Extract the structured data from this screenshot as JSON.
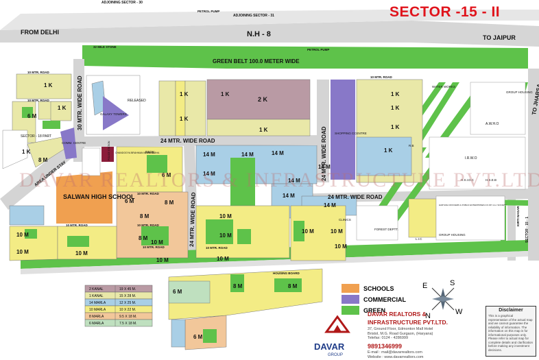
{
  "title": "SECTOR -15 - II",
  "top_labels": {
    "adjoining_left": "ADJOINING SECTOR - 30",
    "adjoining_right": "ADJOINING SECTOR - 31",
    "petrol_pump_top": "PETROL PUMP",
    "highway": "N.H - 8",
    "from_delhi": "FROM DELHI",
    "to_jaipur": "TO JAIPUR",
    "milestone": "32 MILE STONE",
    "petrol_pump": "PETROL PUMP",
    "green_belt": "GREEN BELT 100.0 METER WIDE"
  },
  "roads": {
    "r30_wide": "30 MTR. WIDE ROAD",
    "r24_top": "24 MTR. WIDE ROAD",
    "r24_right": "24 MTR. WIDE ROAD",
    "r24_center_v": "24 MTR. WIDE ROAD",
    "r24_mid_v": "24 MTR. WIDE ROAD",
    "to_jharsa": "TO JHARSA",
    "kirti_nagar": "KIRTI NAGAR",
    "sector_15_1": "SECTOR - 15 - 1",
    "r10_a": "10 MTR. ROAD",
    "r10_b": "10 MTR. ROAD",
    "r10_c": "10 MTR. ROAD",
    "r10_d": "10 MTR. ROAD",
    "r10_e": "10 MTR. ROAD",
    "r10_f": "10 MTR. ROAD",
    "r10_g": "10 MTR. ROAD",
    "r10_h": "10 MTR. ROAD",
    "area_under_stay": "AREA UNDER STAY",
    "housing_board": "HOUSING BOARD"
  },
  "places": {
    "galaxy_towers": "GALAXY TOWERS",
    "released": "RELEASED",
    "sector_18_part": "SECTOR - 18 PART",
    "comm_centre": "COMM. CENTRE",
    "salwan": "SALWAN HIGH SCHOOL",
    "police_station": "POLICE STATION",
    "chandogya": "CHANDOGYA BRAHMAN MAHA SABHA",
    "park": "PARK",
    "shopping_centre": "SHOPPING CCENTRE",
    "water_works": "WATER WORKS",
    "group_housing_top": "GROUP HOUSING",
    "awho": "A.W.H.O",
    "irwo": "I.R.W.O",
    "hsidc": "H.S.I.D.C",
    "hseb": "H.S.E.B",
    "rb": "R.B",
    "haryana_officers": "HARYANA OFFICERS & PUBLIC ENTERPRISES CO.OP. G.H. SOCIETY",
    "group_housing_mid": "GROUP HOUSING",
    "lic": "L.I.C",
    "forest_deptt": "FOREST DEPTT.",
    "clinics": "CLINICS"
  },
  "plot_labels": [
    "1 K",
    "1 K",
    "1 K",
    "2 K",
    "1 K",
    "1 K",
    "1 K",
    "1 K",
    "1 K",
    "1 K",
    "1 K",
    "1 K",
    "6 M",
    "8 M",
    "6 M",
    "14 M",
    "14 M",
    "14 M",
    "14 M",
    "14 M",
    "14 M",
    "14 M",
    "10 M",
    "10 M",
    "10 M",
    "10 M",
    "8 M",
    "8 M",
    "8 M",
    "10 M",
    "10 M",
    "10 M",
    "10 M",
    "10 M",
    "14 M",
    "10 M",
    "8 M",
    "6 M",
    "6 M",
    "8 M",
    "10 M",
    "6 M"
  ],
  "legend": {
    "scale_rows": [
      {
        "label": "2 KANAL",
        "size": "19 X 45 M.",
        "color": "#b99aa4"
      },
      {
        "label": "1 KANAL",
        "size": "15 X 28 M.",
        "color": "#e9e8a8"
      },
      {
        "label": "14 MARLA",
        "size": "12 X 25 M.",
        "color": "#a9cfe6"
      },
      {
        "label": "10 MARLA",
        "size": "10 X 22 M.",
        "color": "#f3ec85"
      },
      {
        "label": "8 MARLA",
        "size": "9.5 X 18 M.",
        "color": "#f2c79a"
      },
      {
        "label": "6 MARLA",
        "size": "7.5 X 18 M.",
        "color": "#bfe0bf"
      }
    ],
    "categories": [
      {
        "label": "SCHOOLS",
        "color": "#f0a050"
      },
      {
        "label": "COMMERCIAL",
        "color": "#8878c8"
      },
      {
        "label": "GREEN",
        "color": "#5ec24a"
      }
    ]
  },
  "compass": {
    "e": "E",
    "s": "S",
    "n": "N",
    "w": "W"
  },
  "company": {
    "name_line1": "DAVAR REALTORS &",
    "name_line2": "INFRASTRUCTURE PVT.LTD.",
    "address": "37, Ground Floor, Edmonton Mall Hotel Bristol, M.G. Road Gurgaon, (Haryana) Telefax: 0124 - 4286999",
    "phone": "9891346999",
    "email": "E-mail : mail@davarrealtors.com",
    "website": "Website : www.davarrealtors.com",
    "logo_text": "DAVAR",
    "logo_sub": "GROUP"
  },
  "watermark": "DAVAR REALTORS & INFRASTRUCTURE PVT.LTD",
  "disclaimer": {
    "heading": "Disclaimer",
    "body": "This is a graphical representation of the actual map and we cannot guarantee the reliability of information. The information on this map is for informational purposes only. Please refer to actual map for complete details and clarification before making any investment decisions."
  },
  "colors": {
    "green": "#5ec24a",
    "commercial": "#8878c8",
    "school": "#f0a050",
    "road": "#d9d9d9",
    "title": "#e0141c"
  }
}
